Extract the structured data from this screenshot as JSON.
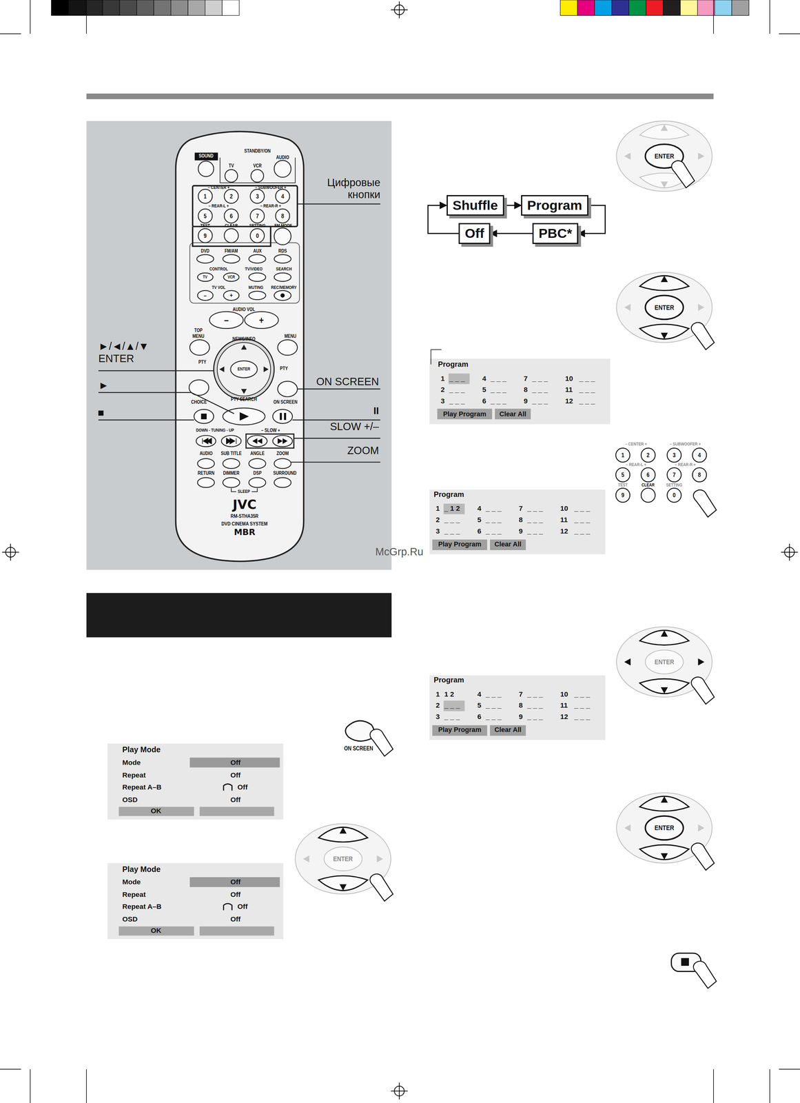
{
  "diagram": {
    "nodes": [
      {
        "text": [
          "Shuffle"
        ]
      },
      {
        "text": [
          "Program"
        ]
      },
      {
        "text": [
          "PBC*"
        ]
      },
      {
        "text": [
          "Off"
        ]
      }
    ],
    "edges": [
      {
        "from": 0,
        "to": 1,
        "arrow": "to"
      },
      {
        "from": 1,
        "to": 2,
        "arrow": "to"
      },
      {
        "from": 2,
        "to": 3,
        "arrow": "to"
      },
      {
        "from": 3,
        "to": 0,
        "arrow": "to"
      }
    ],
    "labels": [
      "SOUND",
      "STANDBY/ON",
      "TV",
      "VCR",
      "AUDIO",
      "1",
      "2",
      "3",
      "4",
      "– CENTER +",
      "– SUBWOOFER +",
      "– REAR-L +",
      "– REAR-R +",
      "5",
      "6",
      "7",
      "8",
      "TEST",
      "CLEAR",
      "SETTING",
      "FM MODE",
      "9",
      "0",
      "DVD",
      "FM/AM",
      "AUX",
      "RDS",
      "CONTROL",
      "TV",
      "VCR",
      "TV/VIDEO",
      "SEARCH",
      "TV VOL",
      "–",
      "+",
      "MUTING",
      "REC/MEMORY",
      "AUDIO VOL",
      "–",
      "+",
      "TOP MENU",
      "NEWS/INFO",
      "MENU",
      "ENTER",
      "PTY",
      "PTY",
      "CHOICE",
      "PTY SEARCH",
      "ON SCREEN",
      "DOWN - TUNING - UP",
      "– SLOW +",
      "AUDIO",
      "SUB TITLE",
      "ANGLE",
      "ZOOM",
      "RETURN",
      "DIMMER",
      "DSP",
      "SURROUND",
      "SLEEP",
      "JVC",
      "RM-STHA35R",
      "DVD CINEMA SYSTEM",
      "MBR",
      "Цифровые кнопки",
      "►/◄/▲/▼ ENTER",
      "►",
      "■",
      "ON SCREEN",
      "II",
      "SLOW +/–",
      "ZOOM",
      "McGrp.Ru",
      "Play Mode",
      "Mode",
      "Off",
      "Repeat",
      "Off",
      "Repeat A–B",
      "Off",
      "OSD",
      "Off",
      "OK",
      "Play Mode",
      "Mode",
      "Off",
      "Repeat",
      "Off",
      "Repeat A–B",
      "Off",
      "OSD",
      "Off",
      "OK",
      "ON SCREEN",
      "ENTER",
      "ENTER",
      "ENTER",
      "ENTER",
      "ENTER",
      "Program",
      "1",
      "_ _ _",
      "2",
      "_ _ _",
      "3",
      "_ _ _",
      "4",
      "_ _ _",
      "5",
      "_ _ _",
      "6",
      "_ _ _",
      "7",
      "_ _ _",
      "8",
      "_ _ _",
      "9",
      "_ _ _",
      "10",
      "_ _ _",
      "11",
      "_ _ _",
      "12",
      "_ _ _",
      "Play Program",
      "Clear All",
      "Program",
      "1",
      "_ 1 2",
      "2",
      "_ _ _",
      "3",
      "_ _ _",
      "4",
      "_ _ _",
      "5",
      "_ _ _",
      "6",
      "_ _ _",
      "7",
      "_ _ _",
      "8",
      "_ _ _",
      "9",
      "_ _ _",
      "10",
      "_ _ _",
      "11",
      "_ _ _",
      "12",
      "_ _ _",
      "Play Program",
      "Clear All",
      "Program",
      "1",
      "1 2",
      "2",
      "_ _ _",
      "3",
      "_ _ _",
      "4",
      "_ _ _",
      "5",
      "_ _ _",
      "6",
      "_ _ _",
      "7",
      "_ _ _",
      "8",
      "_ _ _",
      "9",
      "_ _ _",
      "10",
      "_ _ _",
      "11",
      "_ _ _",
      "12",
      "_ _ _",
      "Play Program",
      "Clear All",
      "– CENTER +",
      "– SUBWOOFER +",
      "1",
      "2",
      "3",
      "4",
      "– REAR-L +",
      "– REAR-R +",
      "5",
      "6",
      "7",
      "8",
      "TEST",
      "CLEAR",
      "SETTING",
      "9",
      "0"
    ]
  }
}
